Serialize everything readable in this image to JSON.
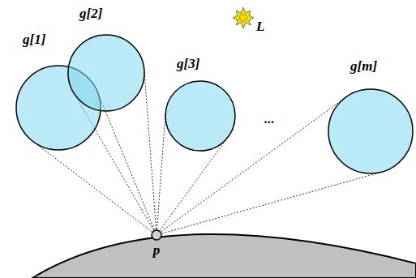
{
  "diagram": {
    "nodes": [
      {
        "text": [
          "g[1]"
        ]
      },
      {
        "text": [
          "g[2]"
        ]
      },
      {
        "text": [
          "g[3]"
        ]
      },
      {
        "text": [
          "g[m]"
        ]
      },
      {
        "text": [
          "p"
        ]
      }
    ],
    "edges": [
      {
        "from": 0,
        "to": 4,
        "arrow": "none"
      },
      {
        "from": 0,
        "to": 4,
        "arrow": "none"
      },
      {
        "from": 1,
        "to": 4,
        "arrow": "none"
      },
      {
        "from": 1,
        "to": 4,
        "arrow": "none"
      },
      {
        "from": 2,
        "to": 4,
        "arrow": "none"
      },
      {
        "from": 2,
        "to": 4,
        "arrow": "none"
      },
      {
        "from": 3,
        "to": 4,
        "arrow": "none"
      },
      {
        "from": 3,
        "to": 4,
        "arrow": "none"
      }
    ],
    "labels": [
      "L",
      "..."
    ]
  }
}
